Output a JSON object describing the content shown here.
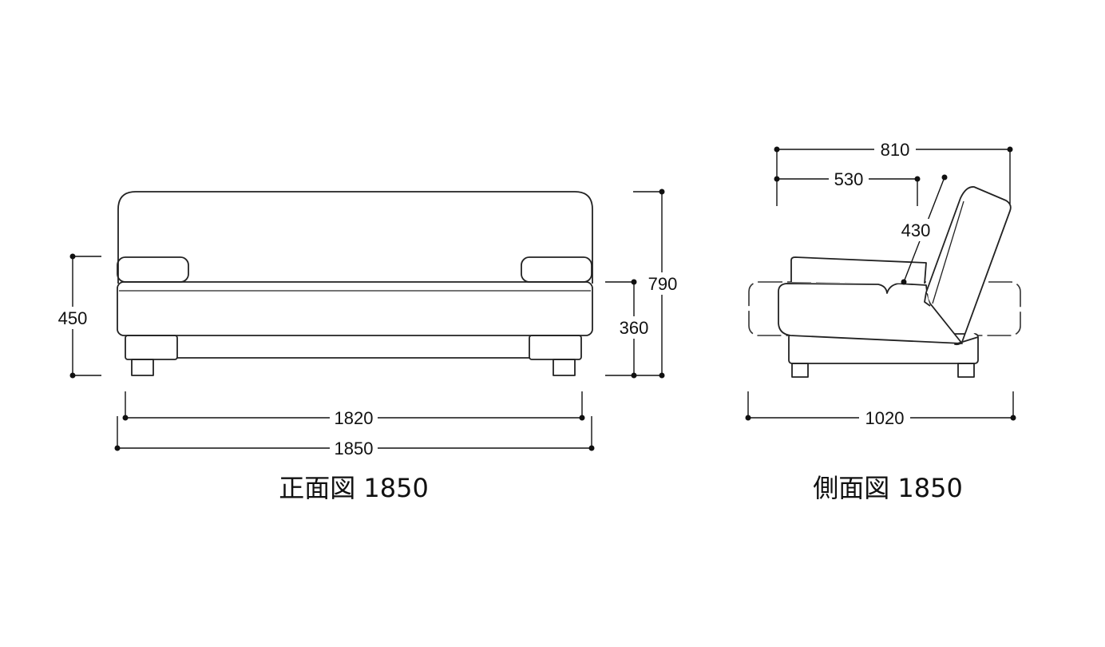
{
  "front_view": {
    "title": "正面図 1850",
    "dimensions": {
      "arm_height": "450",
      "total_height": "790",
      "seat_height": "360",
      "inner_width": "1820",
      "total_width": "1850"
    }
  },
  "side_view": {
    "title": "側面図 1850",
    "dimensions": {
      "depth": "810",
      "seat_depth": "530",
      "back_height": "430",
      "reclined_depth": "1020"
    }
  }
}
